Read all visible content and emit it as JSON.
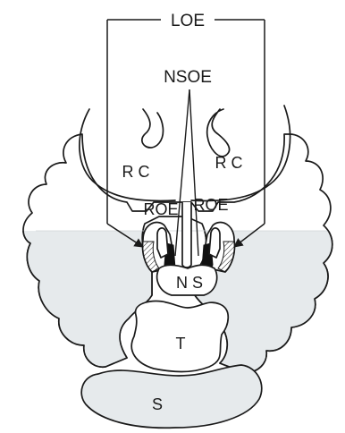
{
  "labels": {
    "loe": "LOE",
    "nsoe": "NSOE",
    "rc_left": "R C",
    "rc_right": "R C",
    "roe_left": "ROE",
    "roe_right": "ROE",
    "ns": "N S",
    "t": "T",
    "s": "S"
  },
  "colors": {
    "stroke": "#1a1a1a",
    "tissue_shade": "#e6eaec",
    "epithelium_dark": "#111111"
  }
}
